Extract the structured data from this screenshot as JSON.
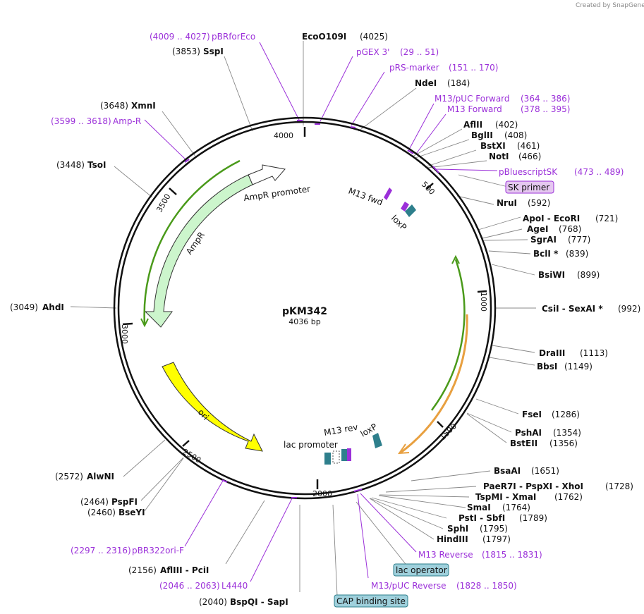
{
  "brand": "Created by SnapGene",
  "plasmid": {
    "name": "pKM342",
    "size": "4036 bp"
  },
  "ticks": [
    "500",
    "1000",
    "1500",
    "2000",
    "2500",
    "3000",
    "3500",
    "4000"
  ],
  "features": {
    "ampr_promoter": "AmpR promoter",
    "ampr": "AmpR",
    "ori": "ori",
    "lac_promoter": "lac promoter",
    "m13_fwd": "M13 fwd",
    "m13_rev": "M13 rev",
    "loxp_top": "loxP",
    "loxp_bottom": "loxP"
  },
  "boxed": {
    "sk_primer": "SK primer",
    "lac_operator": "lac operator",
    "cap_site": "CAP binding site"
  },
  "labels": {
    "pbrforeco_range": "(4009 .. 4027)",
    "pbrforeco": "pBRforEco",
    "ecoo109i": "EcoO109I",
    "ecoo109i_pos": "(4025)",
    "sspi_pos": "(3853)",
    "sspi": "SspI",
    "pgex_name": "pGEX 3'",
    "pgex_range": "(29 .. 51)",
    "prs_name": "pRS-marker",
    "prs_range": "(151 .. 170)",
    "ndei": "NdeI",
    "ndei_pos": "(184)",
    "m13puc_fwd": "M13/pUC Forward",
    "m13puc_fwd_range": "(364 .. 386)",
    "m13_fwd_primer": "M13 Forward",
    "m13_fwd_primer_range": "(378 .. 395)",
    "xmni_pos": "(3648)",
    "xmni": "XmnI",
    "ampr_primer_range": "(3599 .. 3618)",
    "ampr_primer": "Amp-R",
    "aflii": "AflII",
    "aflii_pos": "(402)",
    "bglii": "BglII",
    "bglii_pos": "(408)",
    "bstxi": "BstXI",
    "bstxi_pos": "(461)",
    "noti": "NotI",
    "noti_pos": "(466)",
    "pbsk": "pBluescriptSK",
    "pbsk_range": "(473 .. 489)",
    "tsoi_pos": "(3448)",
    "tsoi": "TsoI",
    "nrui": "NruI",
    "nrui_pos": "(592)",
    "apoi_eco": "ApoI  - EcoRI",
    "apoi_pos": "(721)",
    "agei": "AgeI",
    "agei_pos": "(768)",
    "sgrai": "SgrAI",
    "sgrai_pos": "(777)",
    "bcli": "BclI *",
    "bcli_pos": "(839)",
    "bsiwi": "BsiWI",
    "bsiwi_pos": "(899)",
    "ahdi_pos": "(3049)",
    "ahdi": "AhdI",
    "csii": "CsiI  - SexAI *",
    "csii_pos": "(992)",
    "draiii": "DraIII",
    "draiii_pos": "(1113)",
    "bbsi": "BbsI",
    "bbsi_pos": "(1149)",
    "fsei": "FseI",
    "fsei_pos": "(1286)",
    "pshai": "PshAI",
    "pshai_pos": "(1354)",
    "bsteii": "BstEII",
    "bsteii_pos": "(1356)",
    "alwni_pos": "(2572)",
    "alwni": "AlwNI",
    "bsaai": "BsaAI",
    "bsaai_pos": "(1651)",
    "paer7i": "PaeR7I  - PspXI  - XhoI",
    "paer7i_pos": "(1728)",
    "pspfi_pos": "(2464)",
    "pspfi": "PspFI",
    "bseyi_pos": "(2460)",
    "bseyi": "BseYI",
    "tspmi": "TspMI  - XmaI",
    "tspmi_pos": "(1762)",
    "smai": "SmaI",
    "smai_pos": "(1764)",
    "psti": "PstI  - SbfI",
    "psti_pos": "(1789)",
    "sphi": "SphI",
    "sphi_pos": "(1795)",
    "hindiii": "HindIII",
    "hindiii_pos": "(1797)",
    "pbr322_range": "(2297 .. 2316)",
    "pbr322": "pBR322ori-F",
    "m13rev_primer": "M13 Reverse",
    "m13rev_primer_range": "(1815 .. 1831)",
    "afliii_pos": "(2156)",
    "afliii": "AflIII  - PciI",
    "l4440_range": "(2046 .. 2063)",
    "l4440": "L4440",
    "m13puc_rev": "M13/pUC Reverse",
    "m13puc_rev_range": "(1828 .. 1850)",
    "bspqi_pos": "(2040)",
    "bspqi": "BspQI  - SapI"
  },
  "colors": {
    "primer": "#9b30d9",
    "ampr_fill": "#ccf5cc",
    "ori_fill": "#ffff00",
    "lox": "#2e7f8c",
    "green_arc": "#4a9a1a",
    "orange_arc": "#e8a040"
  }
}
